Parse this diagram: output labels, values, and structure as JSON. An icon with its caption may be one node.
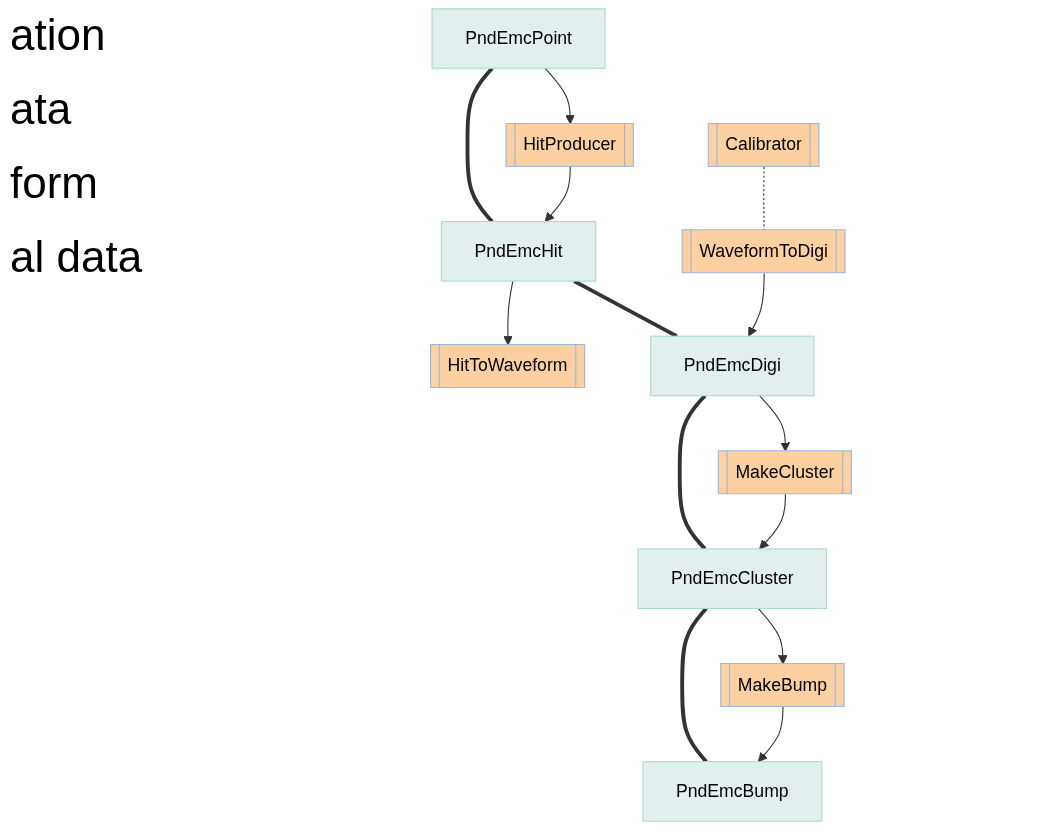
{
  "diagram": {
    "nodes": [
      {
        "text": [
          "PndEmcPoint"
        ]
      },
      {
        "text": [
          "HitProducer"
        ]
      },
      {
        "text": [
          "PndEmcHit"
        ]
      },
      {
        "text": [
          "HitToWaveform"
        ]
      },
      {
        "text": [
          "Calibrator"
        ]
      },
      {
        "text": [
          "WaveformToDigi"
        ]
      },
      {
        "text": [
          "PndEmcDigi"
        ]
      },
      {
        "text": [
          "MakeCluster"
        ]
      },
      {
        "text": [
          "PndEmcCluster"
        ]
      },
      {
        "text": [
          "MakeBump"
        ]
      },
      {
        "text": [
          "PndEmcBump"
        ]
      }
    ],
    "edges": [
      {
        "from": 0,
        "to": 1,
        "arrow": "to"
      },
      {
        "from": 1,
        "to": 2,
        "arrow": "to"
      },
      {
        "from": 2,
        "to": 3,
        "arrow": "to"
      },
      {
        "from": 4,
        "to": 5,
        "arrow": "none",
        "style": "dashed"
      },
      {
        "from": 5,
        "to": 6,
        "arrow": "to"
      },
      {
        "from": 6,
        "to": 7,
        "arrow": "to"
      },
      {
        "from": 7,
        "to": 8,
        "arrow": "to"
      },
      {
        "from": 8,
        "to": 9,
        "arrow": "to"
      },
      {
        "from": 9,
        "to": 10,
        "arrow": "to"
      },
      {
        "from": 0,
        "to": 2,
        "arrow": "none",
        "style": "thick"
      },
      {
        "from": 2,
        "to": 6,
        "arrow": "none",
        "style": "thick"
      },
      {
        "from": 6,
        "to": 8,
        "arrow": "none",
        "style": "thick"
      },
      {
        "from": 8,
        "to": 10,
        "arrow": "none",
        "style": "thick"
      }
    ],
    "labels": [
      "ation",
      "ata",
      "form",
      "al data"
    ]
  }
}
